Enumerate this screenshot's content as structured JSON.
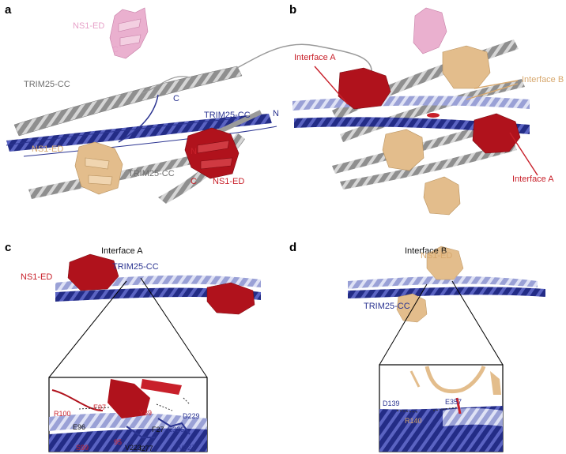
{
  "panels": {
    "a": {
      "letter": "a",
      "labels": {
        "ns1_top": "NS1-ED",
        "c_top": "C",
        "trim_grey_left": "TRIM25-CC",
        "c_blue": "C",
        "trim_blue": "TRIM25-CC",
        "n_blue": "N",
        "ns1_left": "NS1-ED",
        "n_red": "N",
        "trim_grey_bottom": "TRIM25-CC",
        "c_red": "C",
        "ns1_red": "NS1-ED"
      }
    },
    "b": {
      "letter": "b",
      "labels": {
        "interface_a_top": "Interface A",
        "interface_b": "Interface B",
        "interface_a_bottom": "Interface A"
      }
    },
    "c": {
      "letter": "c",
      "title": "Interface A",
      "labels": {
        "ns1": "NS1-ED",
        "trim": "TRIM25-CC"
      },
      "residues": {
        "r100": "R100",
        "e97": "E97",
        "y89": "Y89",
        "d229": "D229",
        "e96": "E96",
        "e326": "E326",
        "s99": "S99",
        "r95": "95",
        "v223": "V223",
        "v327": "V327",
        "f27": "F27",
        "i277": "I277"
      }
    },
    "d": {
      "letter": "d",
      "title": "Interface B",
      "labels": {
        "ns1": "NS1-ED",
        "trim": "TRIM25-CC"
      },
      "residues": {
        "d139": "D139",
        "e357": "E357",
        "r140": "R140"
      }
    }
  },
  "colors": {
    "grey_helix": "#9a9a9a",
    "blue_helix": "#2b3491",
    "light_blue": "#aeb4e0",
    "pink": "#eab0cf",
    "tan": "#e3bd8c",
    "red": "#b0121c"
  }
}
